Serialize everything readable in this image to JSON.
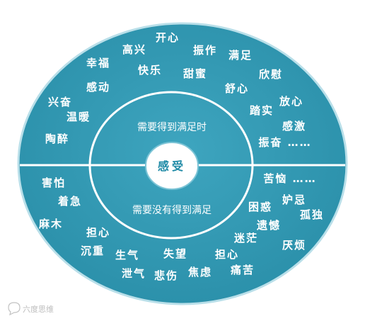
{
  "center": {
    "label": "感受"
  },
  "inner_ring": {
    "top_label": "需要得到满足时",
    "bottom_label": "需要没有得到满足"
  },
  "satisfied_words": [
    "开心",
    "高兴",
    "振作",
    "满足",
    "幸福",
    "快乐",
    "甜蜜",
    "欣慰",
    "感动",
    "舒心",
    "兴奋",
    "放心",
    "温暖",
    "踏实",
    "感激",
    "陶醉",
    "振奋 ……"
  ],
  "unsatisfied_words": [
    "苦恼 ……",
    "害怕",
    "着急",
    "妒忌",
    "困惑",
    "孤独",
    "麻木",
    "遗憾",
    "担心",
    "迷茫",
    "厌烦",
    "沉重",
    "生气",
    "失望",
    "担心",
    "痛苦",
    "泄气",
    "悲伤",
    "焦虑"
  ],
  "watermark": {
    "text": "六度思维"
  },
  "colors": {
    "disc": "#3399b3",
    "ring_stroke": "#ffffff",
    "center_fill": "#ffffff",
    "center_text": "#1f8aa6"
  }
}
